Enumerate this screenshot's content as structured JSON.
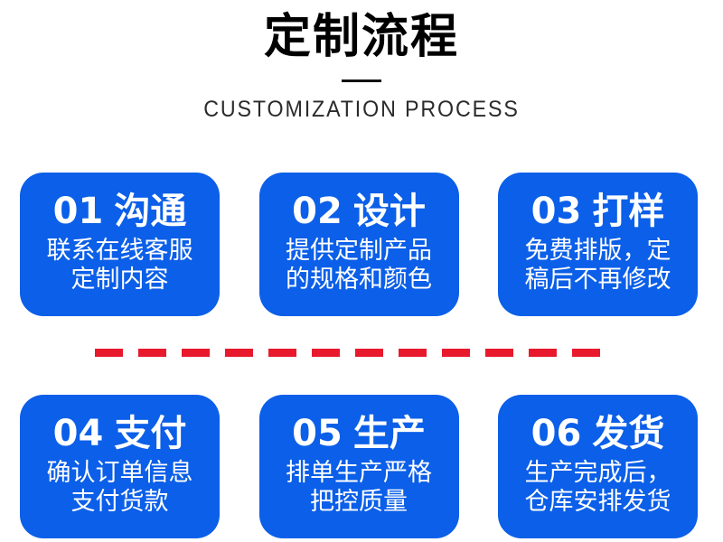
{
  "header": {
    "title": "定制流程",
    "divider": "short-rule",
    "subtitle": "CUSTOMIZATION PROCESS"
  },
  "theme": {
    "card_blue": "#0b5fe8",
    "card_text": "#ffffff",
    "dashed_red": "#e8192c",
    "title_black": "#000000",
    "page_background": "#ffffff"
  },
  "divider_dashed": {
    "color": "#e8192c",
    "dash_count": 12,
    "dash_width": 31,
    "dash_gap": 17,
    "thickness": 9
  },
  "steps": [
    {
      "number": "01",
      "name": "沟通",
      "desc_lines": [
        "联系在线客服",
        "定制内容"
      ]
    },
    {
      "number": "02",
      "name": "设计",
      "desc_lines": [
        "提供定制产品",
        "的规格和颜色"
      ]
    },
    {
      "number": "03",
      "name": "打样",
      "desc_lines": [
        "免费排版，定",
        "稿后不再修改"
      ]
    },
    {
      "number": "04",
      "name": "支付",
      "desc_lines": [
        "确认订单信息",
        "支付货款"
      ]
    },
    {
      "number": "05",
      "name": "生产",
      "desc_lines": [
        "排单生产严格",
        "把控质量"
      ]
    },
    {
      "number": "06",
      "name": "发货",
      "desc_lines": [
        "生产完成后，",
        "仓库安排发货"
      ]
    }
  ]
}
